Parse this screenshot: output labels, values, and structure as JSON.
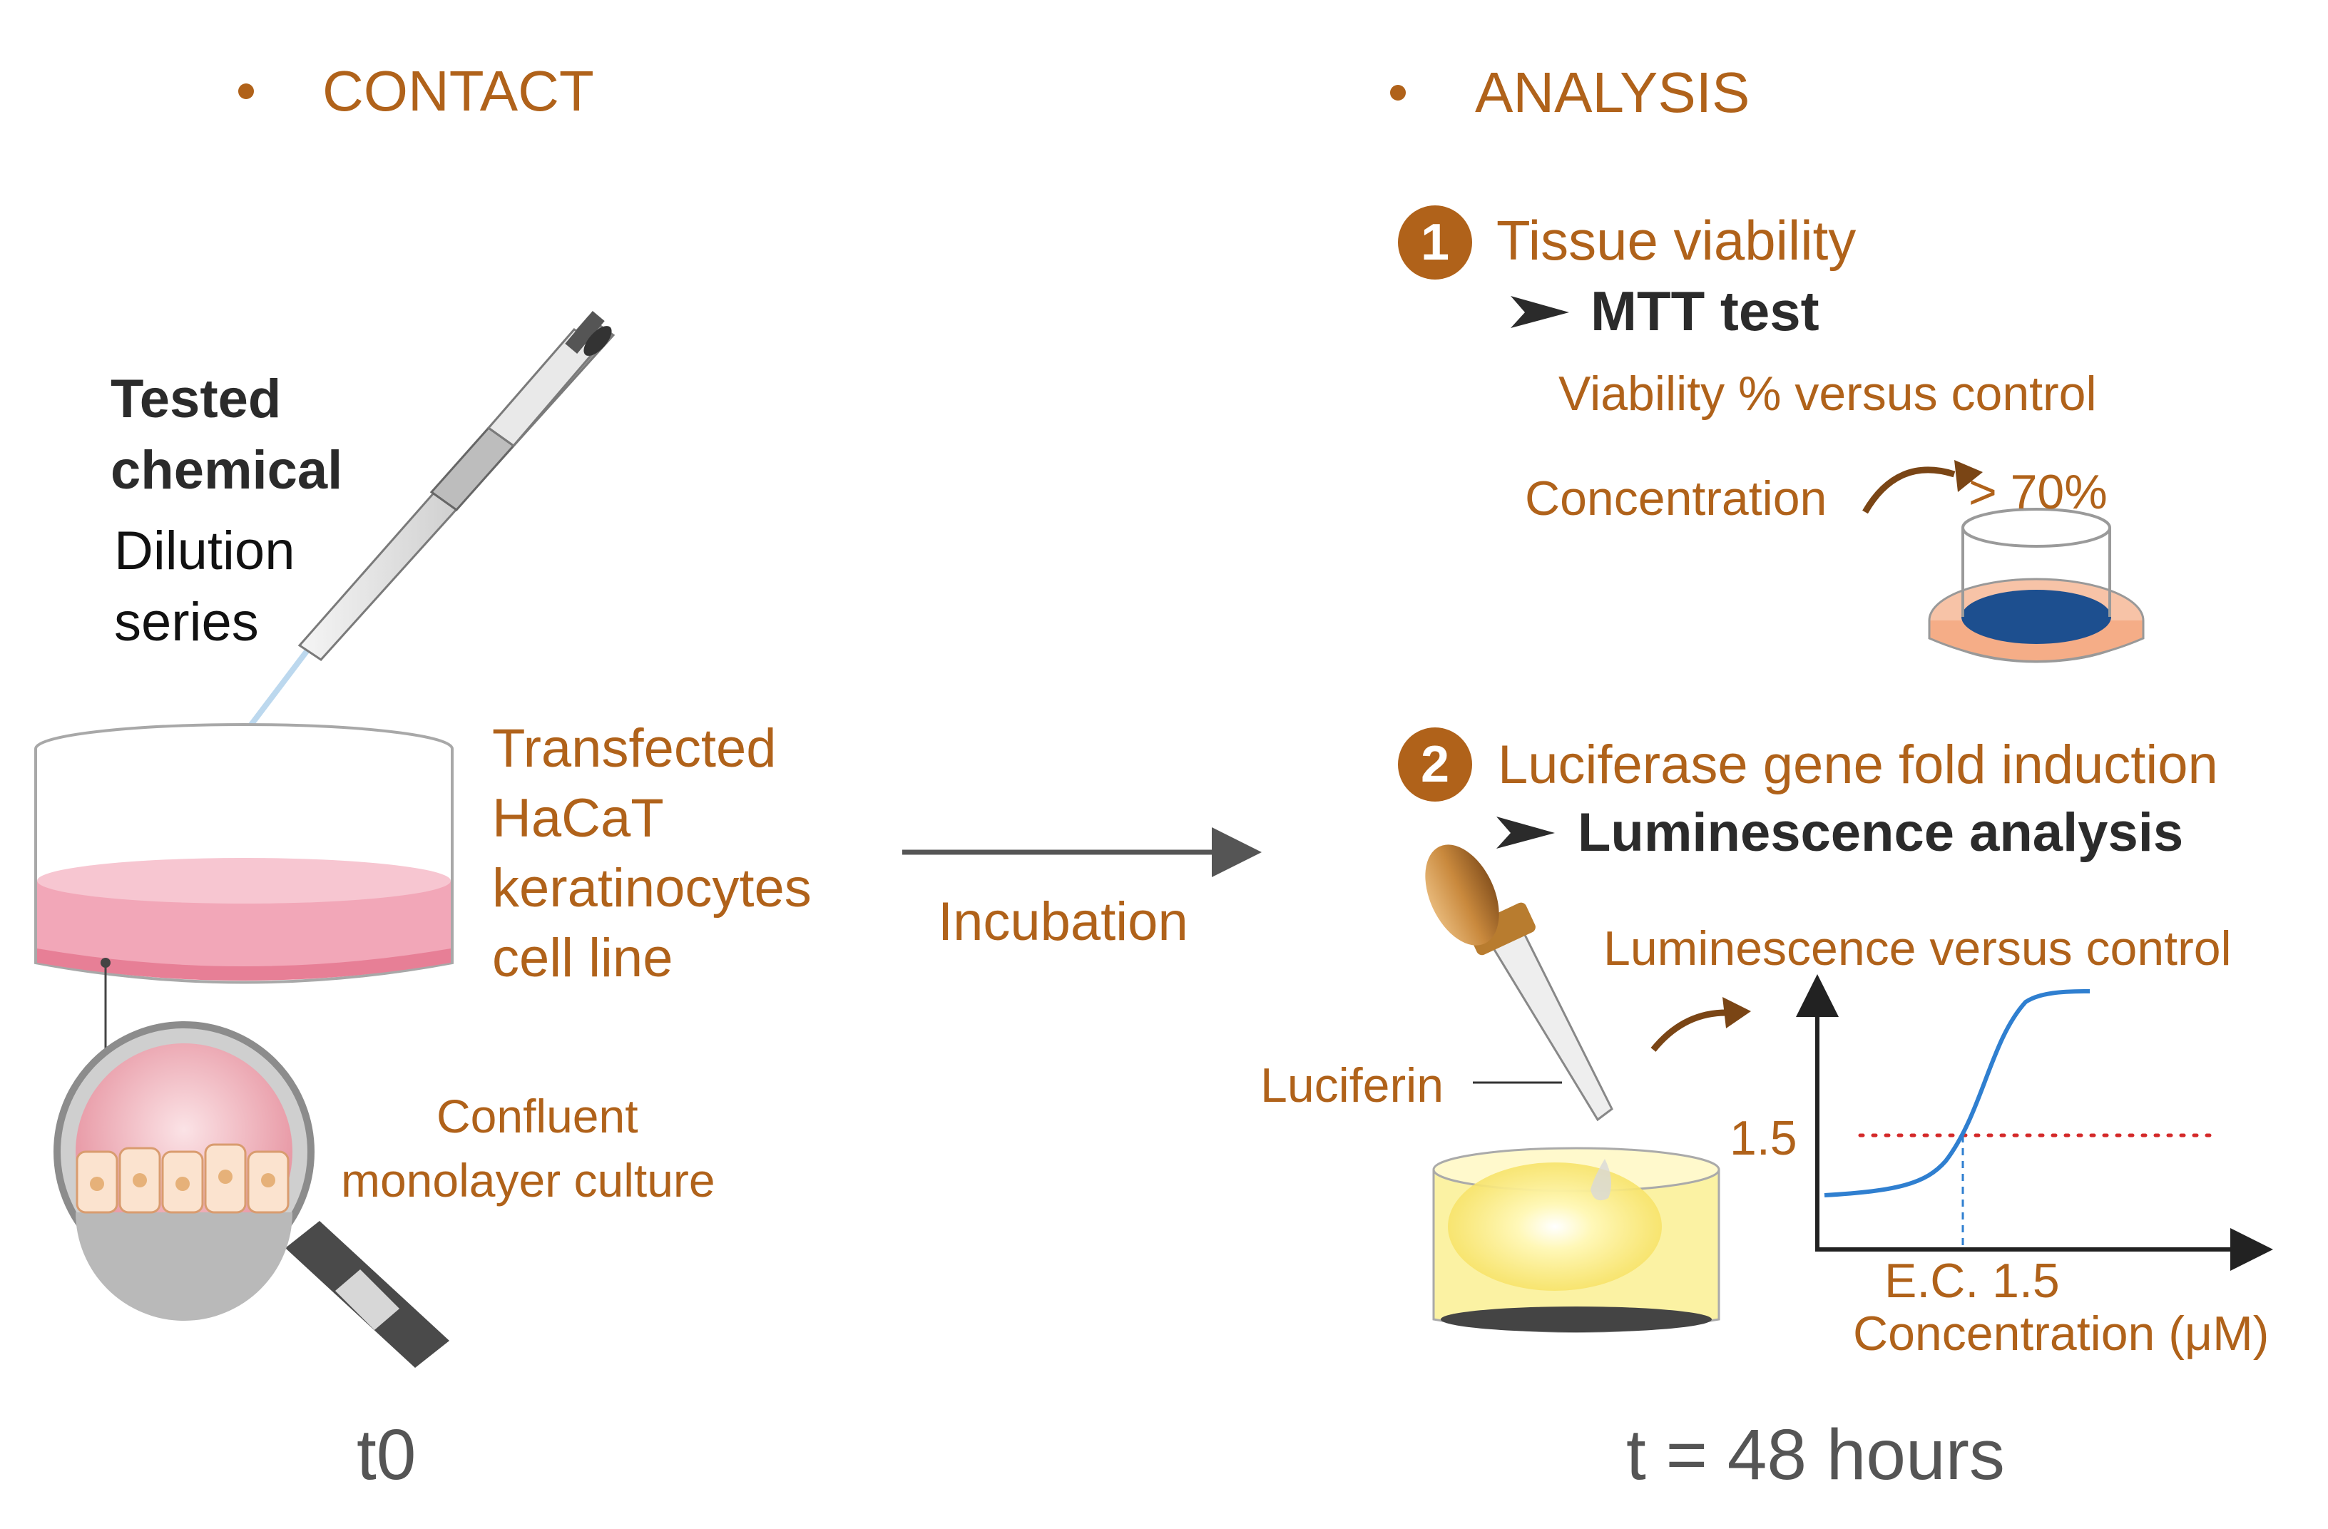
{
  "contact": {
    "heading": "CONTACT",
    "chemical_line1": "Tested",
    "chemical_line2": "chemical",
    "dilution_line1": "Dilution",
    "dilution_line2": "series",
    "cells_line1": "Transfected",
    "cells_line2": "HaCaT",
    "cells_line3": "keratinocytes",
    "cells_line4": "cell line",
    "culture_line1": "Confluent",
    "culture_line2": "monolayer culture",
    "time": "t0"
  },
  "incubation": {
    "label": "Incubation"
  },
  "analysis": {
    "heading": "ANALYSIS",
    "step1": {
      "number": "1",
      "title": "Tissue viability",
      "method": "MTT test",
      "description": "Viability % versus control",
      "concentration": "Concentration",
      "threshold": "> 70%"
    },
    "step2": {
      "number": "2",
      "title": "Luciferase gene fold induction",
      "method": "Luminescence analysis",
      "description": "Luminescence versus control",
      "reagent": "Luciferin",
      "y_mark": "1.5",
      "x_mark": "E.C. 1.5",
      "x_axis": "Concentration (μM)"
    },
    "time": "t = 48 hours"
  },
  "colors": {
    "accent": "#b0621a",
    "dark_text": "#2b2b2b",
    "threshold_line": "#d42a2a",
    "curve": "#2f7fd0",
    "mtt_stain": "#1d4f8f",
    "culture_pink": "#f2a7b8"
  }
}
